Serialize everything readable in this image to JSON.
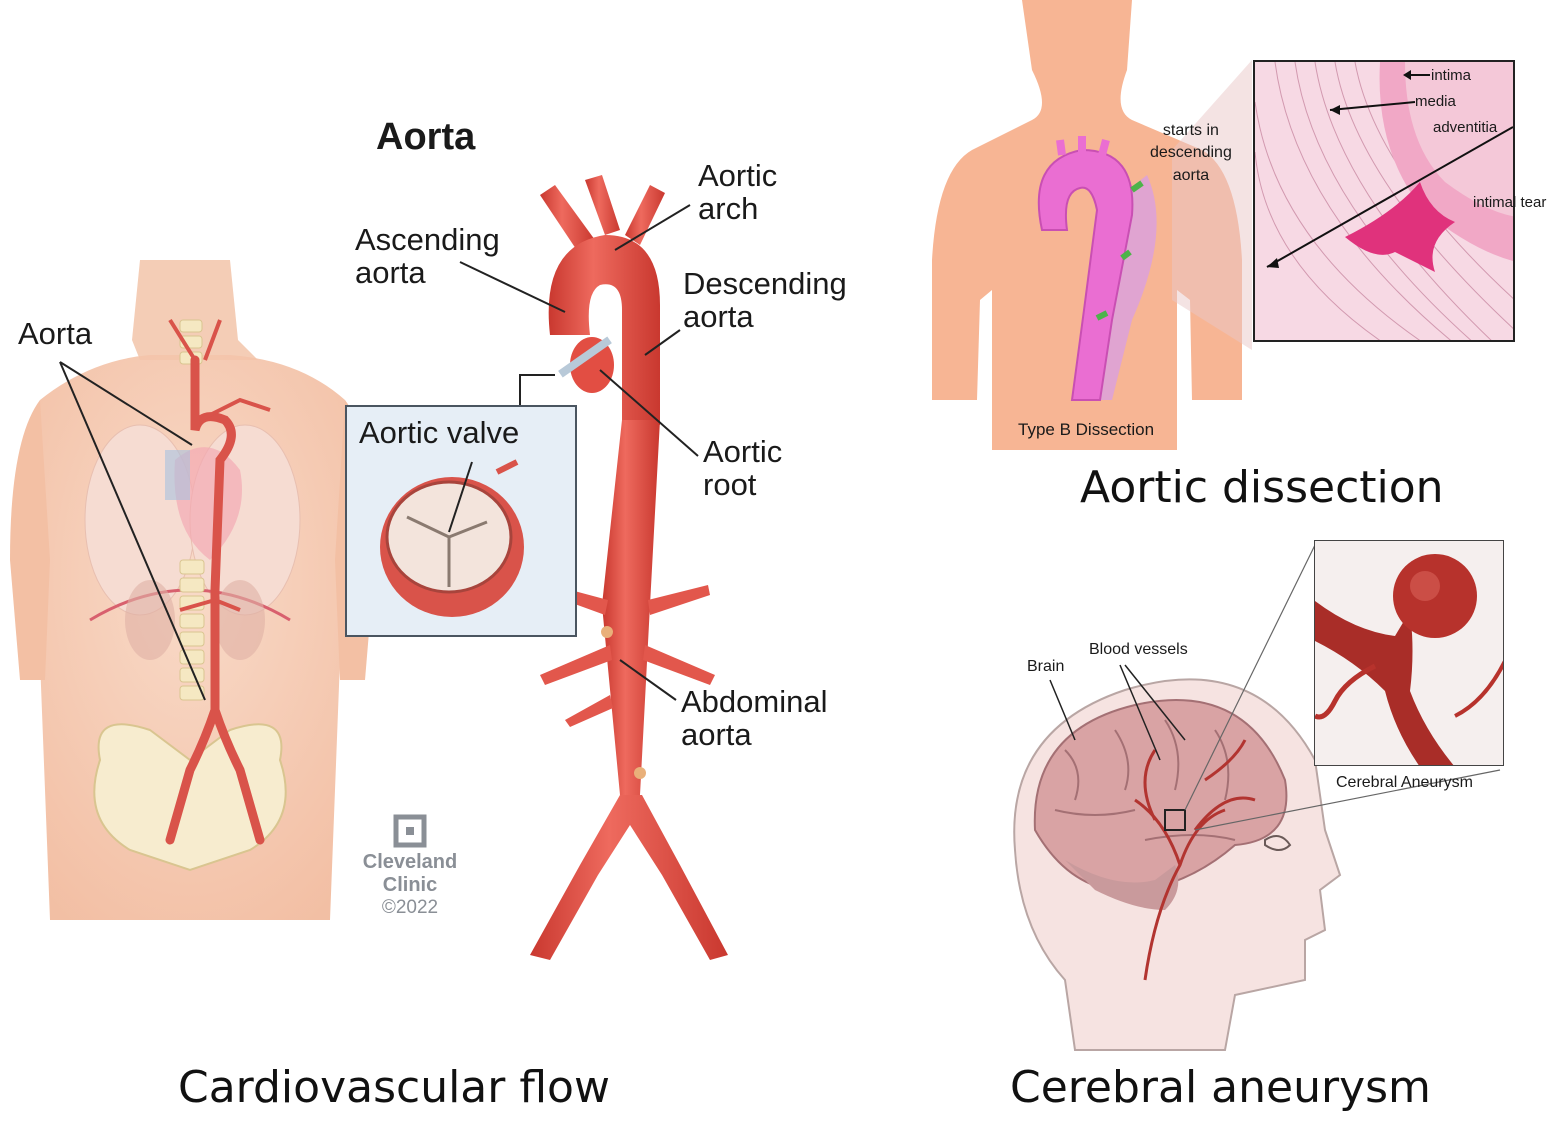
{
  "left_panel": {
    "title": "Aorta",
    "body_label": "Aorta",
    "ascending_aorta": "Ascending\naorta",
    "aortic_arch": "Aortic\narch",
    "descending_aorta": "Descending\naorta",
    "aortic_valve": "Aortic valve",
    "aortic_root": "Aortic\nroot",
    "abdominal_aorta": "Abdominal\naorta",
    "logo_name": "Cleveland\nClinic",
    "copyright": "©2022",
    "caption": "Cardiovascular flow"
  },
  "dissection_panel": {
    "starts_in": "starts in\ndescending\naorta",
    "type": "Type B Dissection",
    "intima": "intima",
    "media": "media",
    "adventitia": "adventitia",
    "intimal_tear": "intimal tear",
    "caption": "Aortic dissection"
  },
  "aneurysm_panel": {
    "brain": "Brain",
    "blood_vessels": "Blood vessels",
    "aneurysm": "Cerebral Aneurysm",
    "caption": "Cerebral aneurysm"
  },
  "colors": {
    "artery": "#e2574c",
    "artery_dark": "#b8302a",
    "skin": "#f6c4a8",
    "dissection_pink": "#e766c4",
    "tissue_pink": "#f3c4d6",
    "brain": "#d9a0a0"
  }
}
